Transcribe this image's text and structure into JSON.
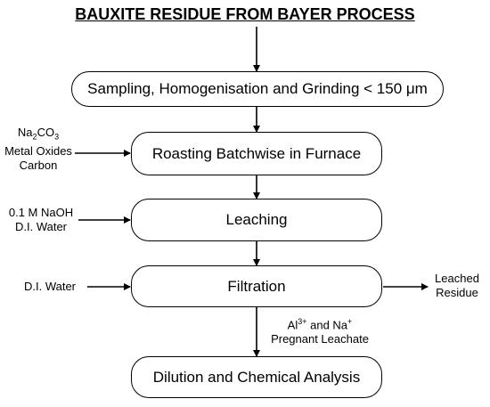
{
  "title": "BAUXITE RESIDUE FROM BAYER PROCESS",
  "steps": {
    "step1": "Sampling, Homogenisation and Grinding < 150 μm",
    "step2": "Roasting Batchwise in Furnace",
    "step3": "Leaching",
    "step4": "Filtration",
    "step5": "Dilution and Chemical Analysis"
  },
  "inputs": {
    "roasting": {
      "na2co3_main": "Na",
      "na2co3_sub2": "2",
      "na2co3_co": "CO",
      "na2co3_sub3": "3",
      "metal_oxides": "Metal Oxides",
      "carbon": "Carbon"
    },
    "leaching": {
      "naoh": "0.1 M NaOH",
      "water": "D.I. Water"
    },
    "filtration": {
      "water": "D.I. Water"
    }
  },
  "outputs": {
    "residue_line1": "Leached",
    "residue_line2": "Residue",
    "leachate": {
      "al": "Al",
      "al_charge": "3+",
      "and": " and Na",
      "na_charge": "+",
      "line2": "Pregnant Leachate"
    }
  }
}
